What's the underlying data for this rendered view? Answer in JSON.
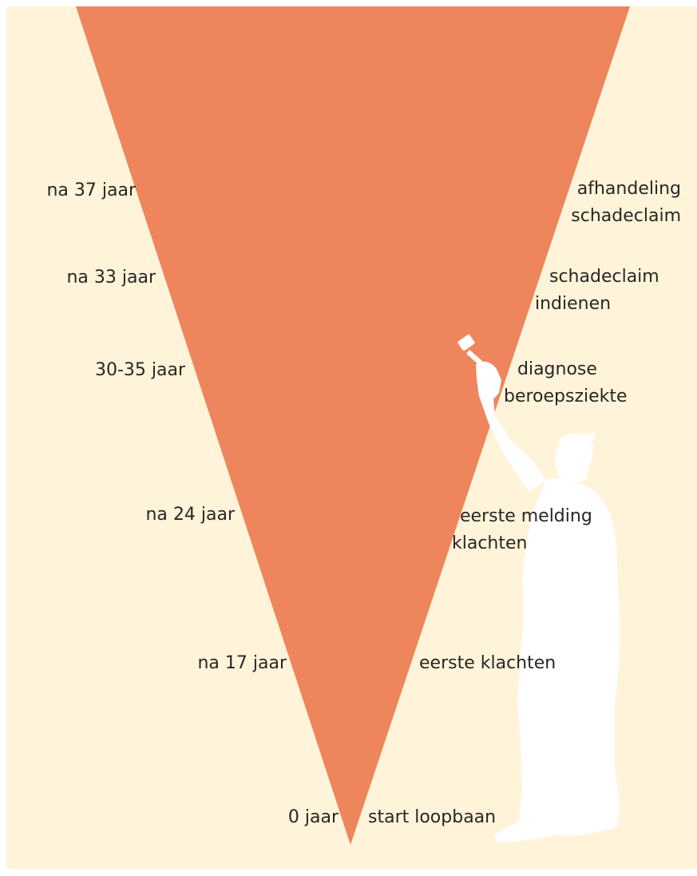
{
  "colors": {
    "background": "#fff4da",
    "funnel": "#ef855d",
    "figure": "#ffffff",
    "text": "#2a2523"
  },
  "icons": [
    "painter-silhouette-icon"
  ],
  "timeline": [
    {
      "time": "na 37 jaar",
      "event": [
        "afhandeling",
        "schadeclaim"
      ]
    },
    {
      "time": "na 33 jaar",
      "event": [
        "schadeclaim",
        "indienen"
      ]
    },
    {
      "time": "30-35 jaar",
      "event": [
        "diagnose",
        "beroepsziekte"
      ]
    },
    {
      "time": "na 24 jaar",
      "event": [
        "eerste melding",
        "klachten"
      ]
    },
    {
      "time": "na 17 jaar",
      "event": [
        "eerste klachten"
      ]
    },
    {
      "time": "0 jaar",
      "event": [
        "start loopbaan"
      ]
    }
  ]
}
